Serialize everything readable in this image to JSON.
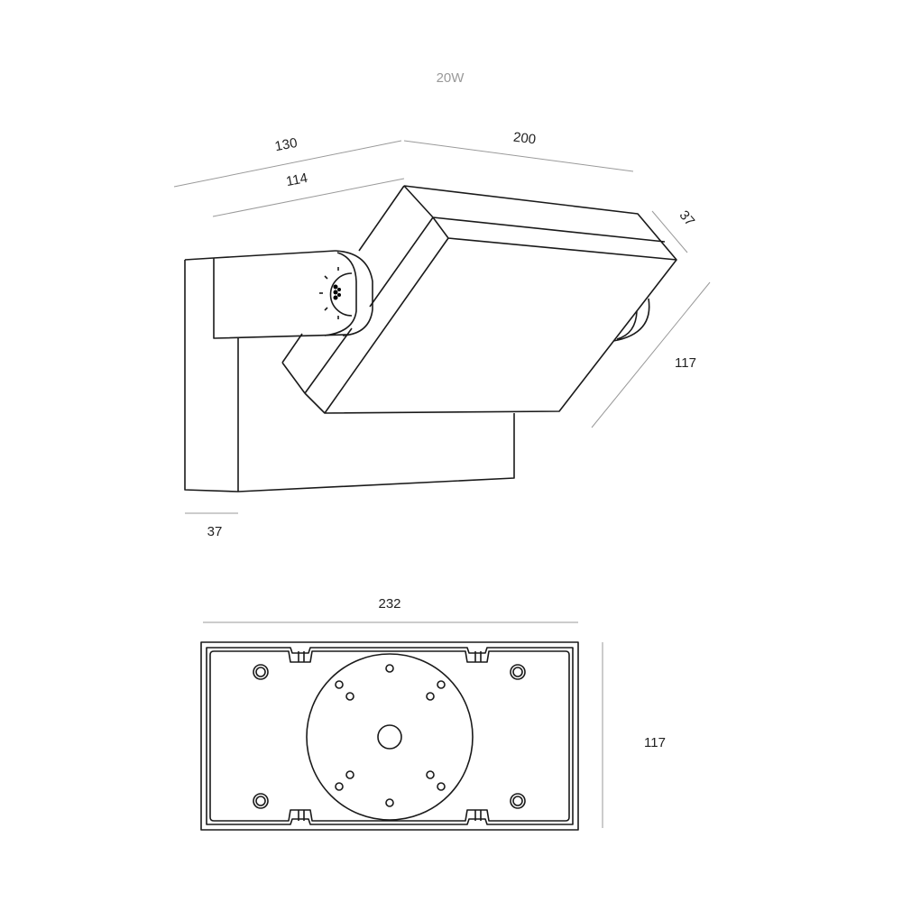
{
  "title": "20W",
  "dimensions": {
    "total_depth": "130",
    "width": "200",
    "arm_length": "114",
    "head_thickness": "37",
    "head_depth": "117",
    "bracket_thickness": "37",
    "plate_width": "232",
    "plate_height": "117"
  }
}
